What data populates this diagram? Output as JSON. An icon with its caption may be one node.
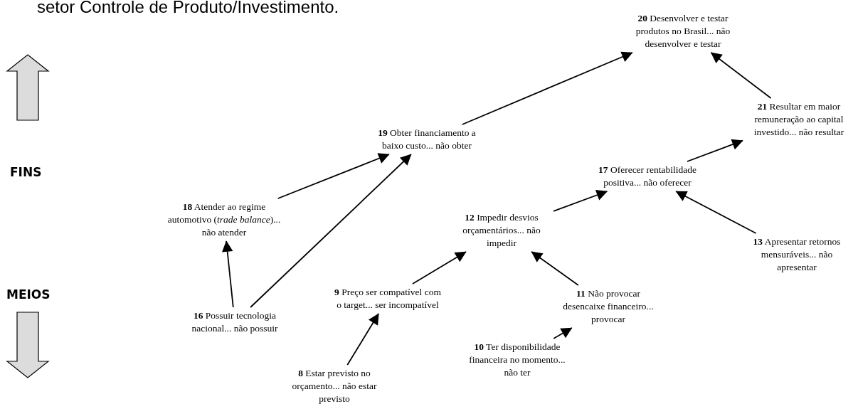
{
  "diagram": {
    "caption": "setor Controle de Produto/Investimento.",
    "nodes": [
      {
        "text": [
          "**20** Desenvolver e testar produtos no Brasil... não desenvolver e testar"
        ]
      },
      {
        "text": [
          "**21** Resultar em maior remuneração ao capital investido... não resultar"
        ]
      },
      {
        "text": [
          "**19** Obter financiamento a baixo custo... não obter"
        ]
      },
      {
        "text": [
          "**17** Oferecer rentabilidade positiva... não oferecer"
        ]
      },
      {
        "text": [
          "**18** Atender ao regime automotivo (*trade balance*)... não atender"
        ]
      },
      {
        "text": [
          "**12** Impedir desvios orçamentários... não impedir"
        ]
      },
      {
        "text": [
          "**13** Apresentar retornos mensuráveis... não apresentar"
        ]
      },
      {
        "text": [
          "**9** Preço ser compatível com o target... ser incompatível"
        ]
      },
      {
        "text": [
          "**11** Não provocar desencaixe financeiro... provocar"
        ]
      },
      {
        "text": [
          "**16** Possuir tecnologia nacional... não possuir"
        ]
      },
      {
        "text": [
          "**10** Ter disponibilidade financeira no momento... não ter"
        ]
      },
      {
        "text": [
          "**8** Estar previsto no orçamento... não estar previsto"
        ]
      }
    ],
    "edges": [
      {
        "from": 2,
        "to": 0,
        "arrow": "to"
      },
      {
        "from": 1,
        "to": 0,
        "arrow": "to"
      },
      {
        "from": 3,
        "to": 1,
        "arrow": "to"
      },
      {
        "from": 5,
        "to": 3,
        "arrow": "to"
      },
      {
        "from": 6,
        "to": 3,
        "arrow": "to"
      },
      {
        "from": 4,
        "to": 2,
        "arrow": "to"
      },
      {
        "from": 9,
        "to": 2,
        "arrow": "to"
      },
      {
        "from": 9,
        "to": 4,
        "arrow": "to"
      },
      {
        "from": 7,
        "to": 5,
        "arrow": "to"
      },
      {
        "from": 8,
        "to": 5,
        "arrow": "to"
      },
      {
        "from": 10,
        "to": 8,
        "arrow": "to"
      },
      {
        "from": 11,
        "to": 7,
        "arrow": "to"
      }
    ],
    "labels": [
      "FINS",
      "MEIOS"
    ]
  }
}
